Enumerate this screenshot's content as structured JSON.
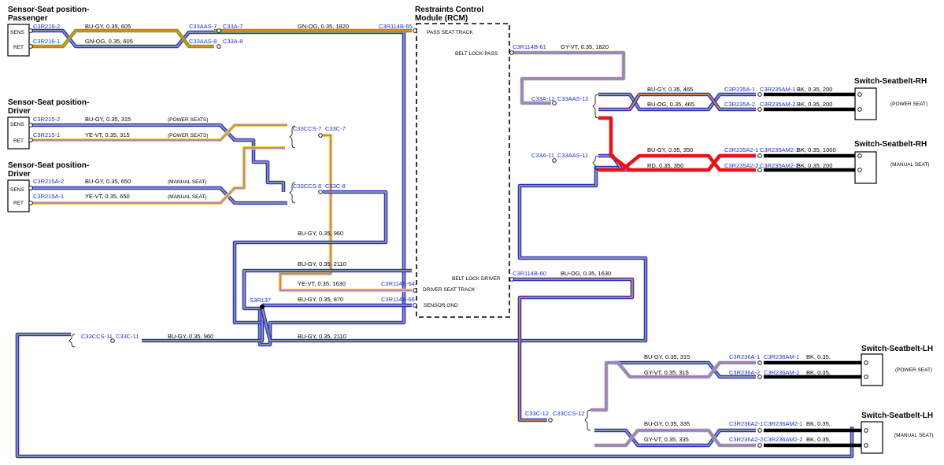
{
  "colors": {
    "blue": "#2a34c9",
    "grey": "#9a9a9a",
    "orange": "#e58b2e",
    "yellow": "#f5d43a",
    "green": "#7a9e1e",
    "violet": "#a37bd1",
    "red": "#e8131a",
    "black": "#000000",
    "connector_text": "#1f2fd1"
  },
  "components": {
    "pass_sensor": {
      "title_line1": "Sensor-Seat position-",
      "title_line2": "Passenger",
      "pin_sens": "SENS",
      "pin_ret": "RET"
    },
    "driver_sensor_power": {
      "title_line1": "Sensor-Seat position-",
      "title_line2": "Driver",
      "pin_sens": "SENS",
      "pin_ret": "RET"
    },
    "driver_sensor_manual": {
      "title_line1": "Sensor-Seat position-",
      "title_line2": "Driver",
      "pin_sens": "SENS",
      "pin_ret": "RET"
    },
    "rcm": {
      "title_line1": "Restraints Control",
      "title_line2": "Module (RCM)",
      "pass_seat_track": "PASS SEAT TRACK",
      "belt_lock_pass": "BELT LOCK-PASS",
      "belt_lock_driver": "BELT LOCK DRIVER",
      "driver_seat_track": "DRIVER SEAT TRACK",
      "sensor_gnd": "SENSOR GND"
    },
    "sw_rh_power": {
      "title": "Switch-Seatbelt-RH",
      "note": "(POWER SEAT)"
    },
    "sw_rh_manual": {
      "title": "Switch-Seatbelt-RH",
      "note": "(MANUAL SEAT)"
    },
    "sw_lh_power": {
      "title": "Switch-Seatbelt-LH",
      "note": "(POWER SEAT)"
    },
    "sw_lh_manual": {
      "title": "Switch-Seatbelt-LH",
      "note": "(MANUAL SEAT)"
    }
  },
  "connectors": {
    "c3r216_2": "C3R216-2",
    "c3r216_1": "C3R216-1",
    "c33aas_7": "C33AAS-7",
    "c33a_7": "C33A-7",
    "c33aas_8": "C33AAS-8",
    "c33a_8": "C33A-8",
    "c3r114b_65": "C3R114B-65",
    "c3r114b_61": "C3R114B-61",
    "c3r215_2": "C3R215-2",
    "c3r215_1": "C3R215-1",
    "c33ccs_7": "C33CCS-7",
    "c33c_7": "C33C-7",
    "c3r215a_2": "C3R215A-2",
    "c3r215a_1": "C3R215A-1",
    "c33ccs_8": "C33CCS-8",
    "c33c_8": "C33C-8",
    "c3r114b_64": "C3R114B-64",
    "c3r114b_66": "C3R114B-66",
    "s3r137": "S3R137",
    "c33ccs_11": "C33CCS-11",
    "c33c_11": "C33C-11",
    "c3r114b_60": "C3R114B-60",
    "c33a_12": "C33A-12",
    "c33aas_12": "C33AAS-12",
    "c33a_11": "C33A-11",
    "c33aas_11": "C33AAS-11",
    "c3r235a_1": "C3R235A-1",
    "c3r235am_1": "C3R235AM-1",
    "c3r235a_2": "C3R235A-2",
    "c3r235am_2": "C3R235AM-2",
    "c3r235a2_1": "C3R235A2-1",
    "c3r235am2_1": "C3R235AM2-1",
    "c3r235a2_2": "C3R235A2-2",
    "c3r235am2_2": "C3R235AM2-2",
    "c3r236a_1": "C3R236A-1",
    "c3r236am_1": "C3R236AM-1",
    "c3r236a_2": "C3R236A-2",
    "c3r236am_2": "C3R236AM-2",
    "c33c_12": "C33C-12",
    "c33ccs_12": "C33CCS-12",
    "c3r236a2_1": "C3R236A2-1",
    "c3r236am2_1": "C3R236AM2-1",
    "c3r236a2_2": "C3R236A2-2",
    "c3r236am2_2": "C3R236AM2-2"
  },
  "wires": {
    "pass_sens": "BU-GY,  0.35,  605",
    "pass_ret": "GN-OG,  0.35,  605",
    "pass_track": "GN-OG,  0.35,  1820",
    "belt_pass": "GY-VT,  0.35,  1820",
    "drv_pwr_sens": "BU-GY,  0.35,  315",
    "drv_pwr_ret": "YE-VT,  0.35,  315",
    "drv_man_sens": "BU-GY,  0.35,  650",
    "drv_man_ret": "YE-VT,  0.35,  650",
    "gnd_960": "BU-GY,  0.35,  960",
    "gnd_2110": "BU-GY,  0.35,  2110",
    "drv_track": "YE-VT,  0.35,  1630",
    "sensor_gnd": "BU-GY,  0.35,  870",
    "c33c11_wire": "BU-GY,  0.35,  960",
    "gnd_2110_b": "BU-GY,  0.35,  2110",
    "belt_driver": "BU-OG,  0.35,  1630",
    "rh_pwr_1": "BU-GY,  0.35,  465",
    "rh_pwr_2": "BU-OG,  0.35,  465",
    "rh_pwr_bk1": "BK,  0.35,  200",
    "rh_pwr_bk2": "BK,  0.35,  200",
    "rh_man_1": "BU-GY,  0.35,  350",
    "rh_man_2": "RD,  0.35,  350",
    "rh_man_bk1": "BK,  0.35,  1000",
    "rh_man_bk2": "BK,  0.35,  200",
    "lh_pwr_1": "BU-GY,  0.35,  315",
    "lh_pwr_2": "GY-VT,  0.35,  315",
    "lh_pwr_bk1": "BK,  0.35,",
    "lh_pwr_bk2": "BK,  0.35,",
    "lh_man_1": "BU-GY,  0.35,  335",
    "lh_man_2": "GY-VT,  0.35,  335",
    "lh_man_bk1": "BK,  0.35,",
    "lh_man_bk2": "BK,  0.35,"
  },
  "notes": {
    "power_seats_1": "(POWER SEATS)",
    "power_seats_2": "(POWER SEATS)",
    "manual_seat_1": "(MANUAL SEAT)",
    "manual_seat_2": "(MANUAL SEAT)"
  }
}
